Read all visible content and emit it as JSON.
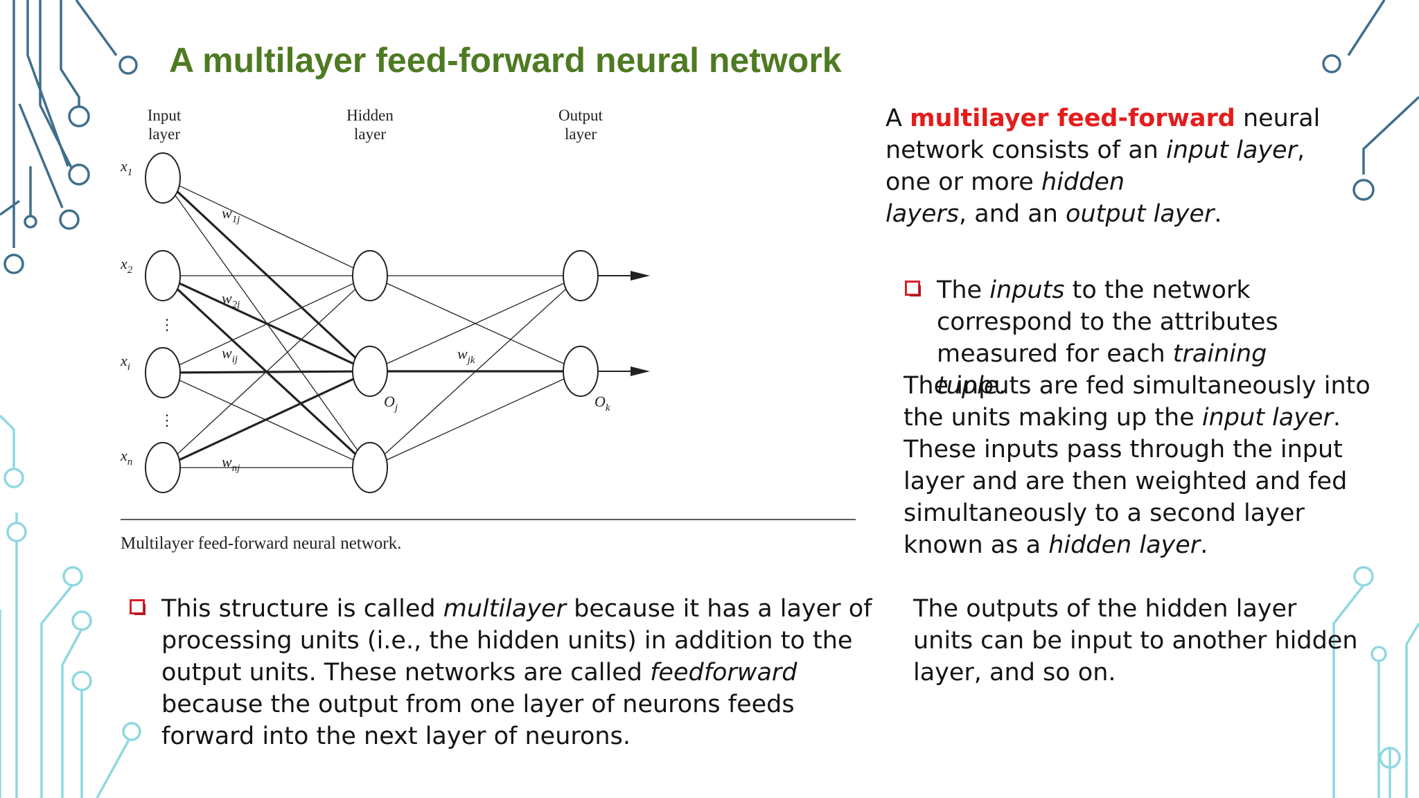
{
  "slide": {
    "title": "A multilayer feed-forward neural network",
    "figure": {
      "layer_labels": [
        {
          "line1": "Input",
          "line2": "layer"
        },
        {
          "line1": "Hidden",
          "line2": "layer"
        },
        {
          "line1": "Output",
          "line2": "layer"
        }
      ],
      "input_labels": [
        "x",
        "x",
        "x",
        "x"
      ],
      "input_subs": [
        "1",
        "2",
        "i",
        "n"
      ],
      "weight_labels": [
        {
          "base": "w",
          "sub": "1j"
        },
        {
          "base": "w",
          "sub": "2j"
        },
        {
          "base": "w",
          "sub": "ij"
        },
        {
          "base": "w",
          "sub": "nj"
        },
        {
          "base": "w",
          "sub": "jk"
        }
      ],
      "hidden_output_label": {
        "base": "O",
        "sub": "j"
      },
      "output_label": {
        "base": "O",
        "sub": "k"
      },
      "ellipsis": "⋮",
      "caption": "Multilayer feed-forward neural network."
    },
    "intro": {
      "p1": "A ",
      "p2": "multilayer feed-forward",
      "p3": " neural network consists of an ",
      "p4": "input layer",
      "p5": ", one or more ",
      "p6": "hidden",
      "p7": "layers",
      "p8": ", and an ",
      "p9": "output layer",
      "p10": "."
    },
    "inputs_bullet": {
      "p1": "The ",
      "p2": "inputs",
      "p3": " to the network correspond to the attributes measured for each ",
      "p4": "training tuple",
      "p5": "."
    },
    "inputs_para": {
      "p1": "The inputs are fed simultaneously into the units making up the ",
      "p2": "input layer",
      "p3": ". These inputs pass through the input layer and are then weighted and fed simultaneously to a second layer known as a ",
      "p4": "hidden layer",
      "p5": "."
    },
    "outputs_para": "The outputs of the hidden layer units can be input to another hidden layer, and so on.",
    "structure_bullet": {
      "p1": "This structure is called ",
      "p2": "multilayer",
      "p3": " because it has a layer of processing units (i.e., the hidden units) in addition to the output units. These networks are called ",
      "p4": "feedforward",
      "p5": " because the output from one layer of neurons feeds forward into the next layer of neurons."
    },
    "colors": {
      "title": "#4e7a22",
      "emphasis_red": "#e41c1c",
      "bullet": "#d8202a",
      "circuit_dark": "#3f6f8c",
      "circuit_light": "#8fd8e0"
    }
  }
}
